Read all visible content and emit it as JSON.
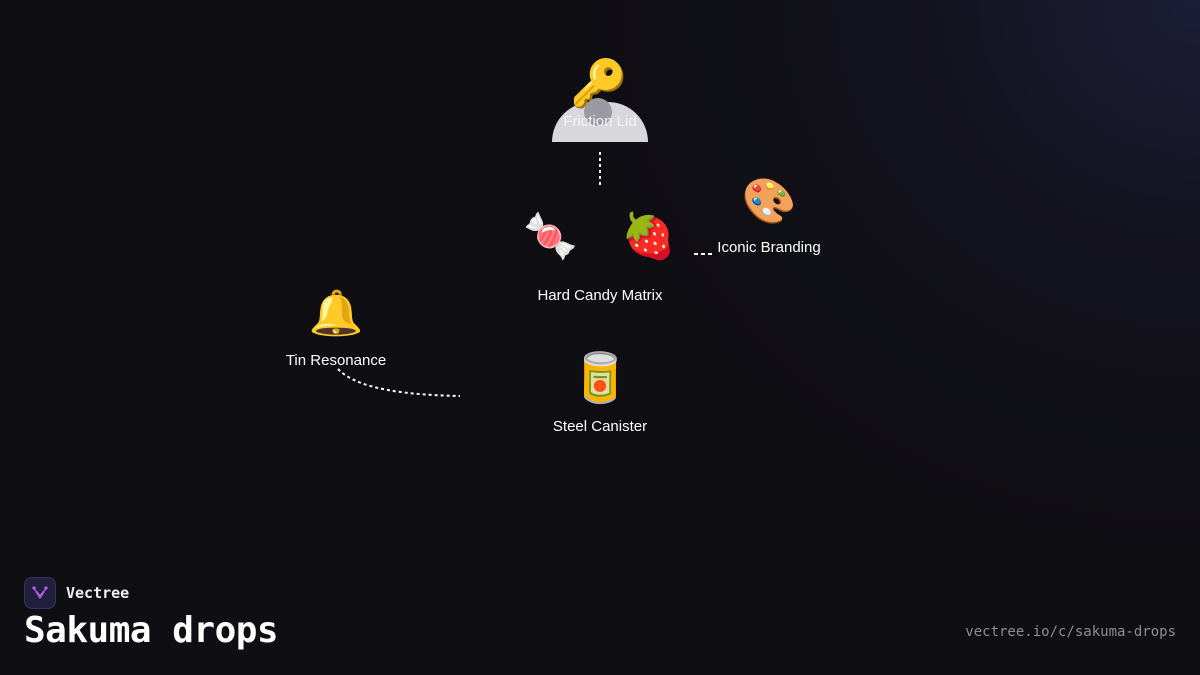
{
  "diagram": {
    "nodes": {
      "friction_lid": {
        "label": "Friction Lid",
        "icon": "key-icon",
        "glyph": "🔑"
      },
      "hard_candy_matrix": {
        "label": "Hard Candy Matrix",
        "icons": [
          "candy-icon",
          "strawberry-icon"
        ],
        "glyphs": [
          "🍬",
          "🍓"
        ]
      },
      "iconic_branding": {
        "label": "Iconic Branding",
        "icon": "artist-palette-icon",
        "glyph": "🎨"
      },
      "tin_resonance": {
        "label": "Tin Resonance",
        "icon": "bell-icon",
        "glyph": "🔔"
      },
      "steel_canister": {
        "label": "Steel Canister",
        "icon": "canned-food-icon",
        "glyph": "🥫"
      }
    },
    "edges": [
      {
        "from": "friction_lid",
        "to": "hard_candy_matrix",
        "style": "dotted"
      },
      {
        "from": "iconic_branding",
        "to": "hard_candy_matrix",
        "style": "dashed"
      },
      {
        "from": "tin_resonance",
        "to": "steel_canister",
        "style": "dotted"
      }
    ],
    "colors": {
      "background": "#0f0e13",
      "connector": "#ffffff",
      "lid_shape": "#d7d7dc",
      "lid_knob": "#9a9aa3",
      "brand_logo": "#221f3d",
      "url": "#8d8d96"
    }
  },
  "footer": {
    "brand_name": "Vectree",
    "brand_icon": "vectree-logo-icon",
    "title": "Sakuma drops",
    "url": "vectree.io/c/sakuma-drops"
  }
}
